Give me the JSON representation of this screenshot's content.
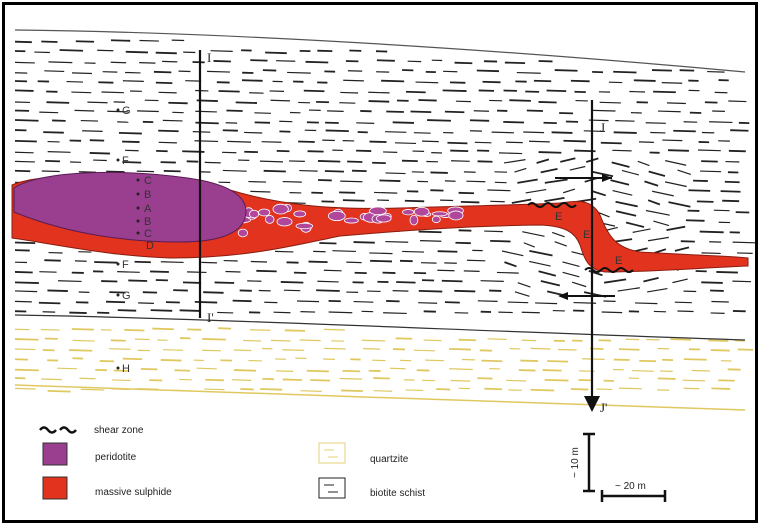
{
  "colors": {
    "peridotite": "#9a3f8f",
    "massive_sulphide": "#e2331f",
    "quartzite": "#e6d27a",
    "biotite_schist": "#000000"
  },
  "sections": {
    "i_top": "I",
    "i_bottom": "I'",
    "j_top": "J",
    "j_bottom": "J'"
  },
  "sample_points": {
    "left_upper": [
      "G",
      "F"
    ],
    "column": [
      "C",
      "B",
      "A",
      "B",
      "C",
      "D"
    ],
    "left_lower": [
      "F",
      "G"
    ],
    "quartzite": "H",
    "right": [
      "E",
      "E",
      "E"
    ]
  },
  "legend": {
    "shear_zone": "shear zone",
    "peridotite": "peridotite",
    "massive_sulphide": "massive sulphide",
    "quartzite": "quartzite",
    "biotite_schist": "biotite schist"
  },
  "scale": {
    "vertical": "~ 10 m",
    "horizontal": "~ 20 m"
  }
}
